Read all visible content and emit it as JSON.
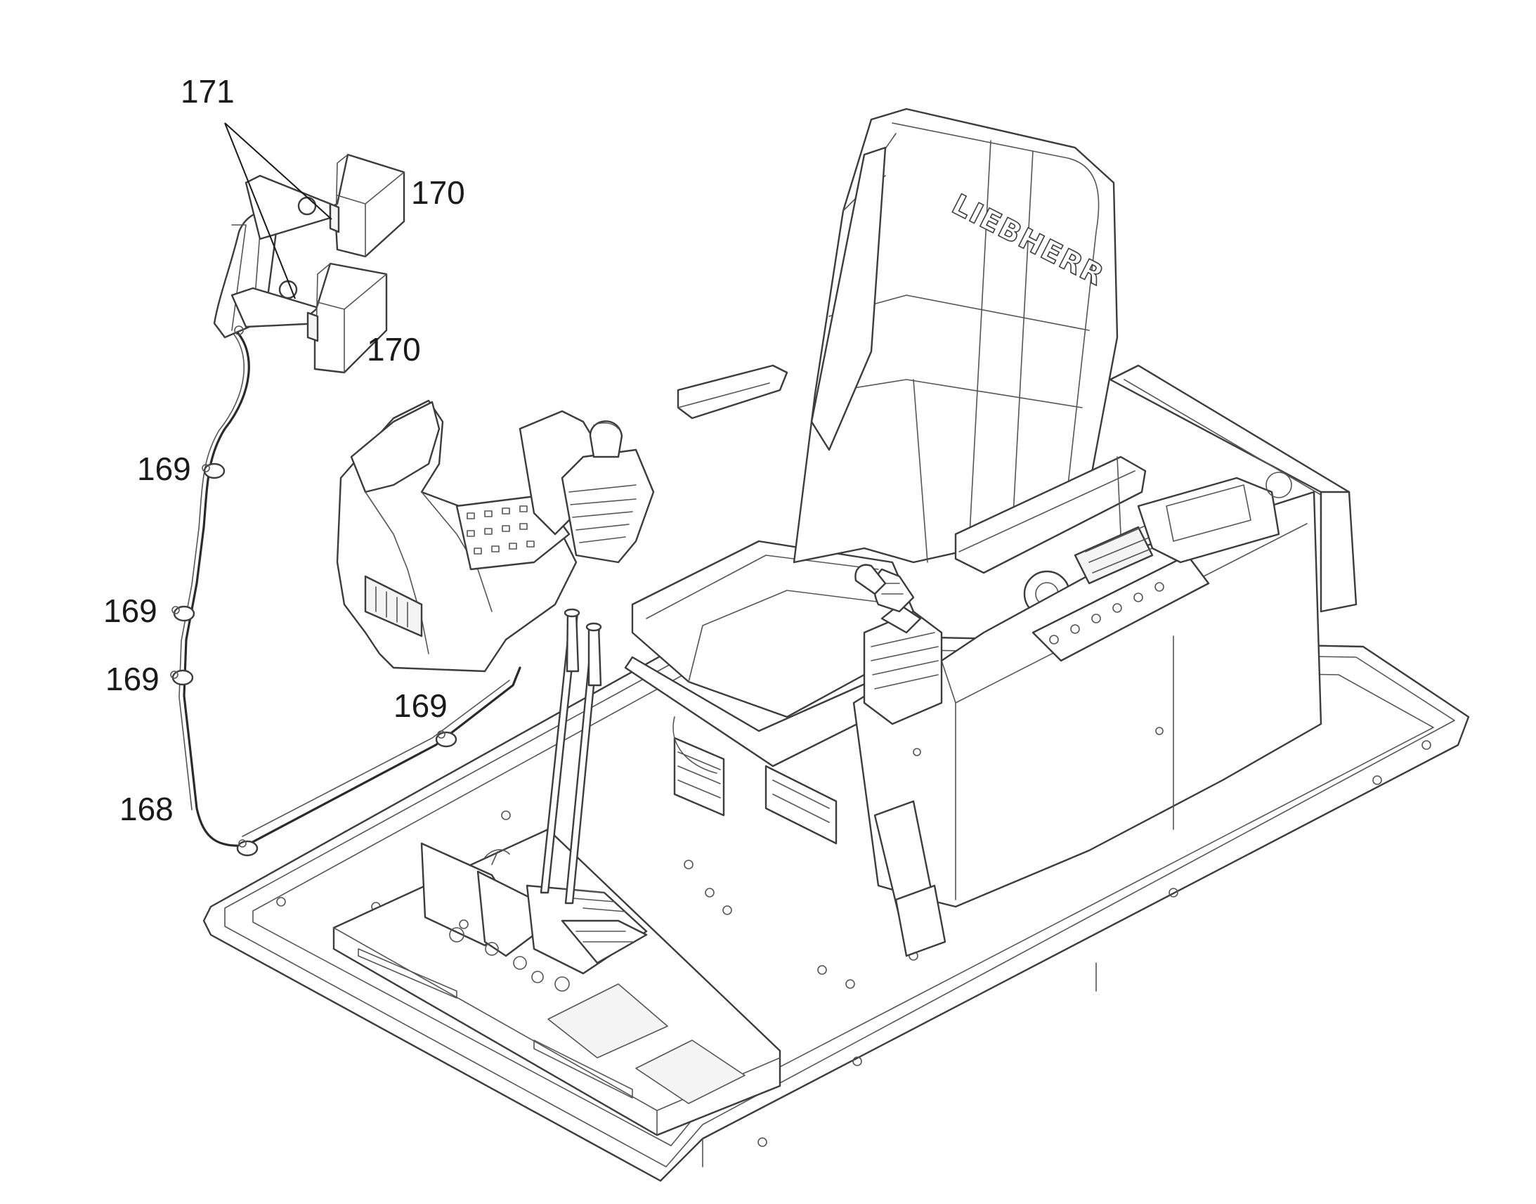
{
  "callouts": {
    "c171": "171",
    "c170_upper": "170",
    "c170_lower": "170",
    "c169_a": "169",
    "c169_b": "169",
    "c169_c": "169",
    "c169_d": "169",
    "c168": "168"
  },
  "seat_brand": "LIEBHERR"
}
